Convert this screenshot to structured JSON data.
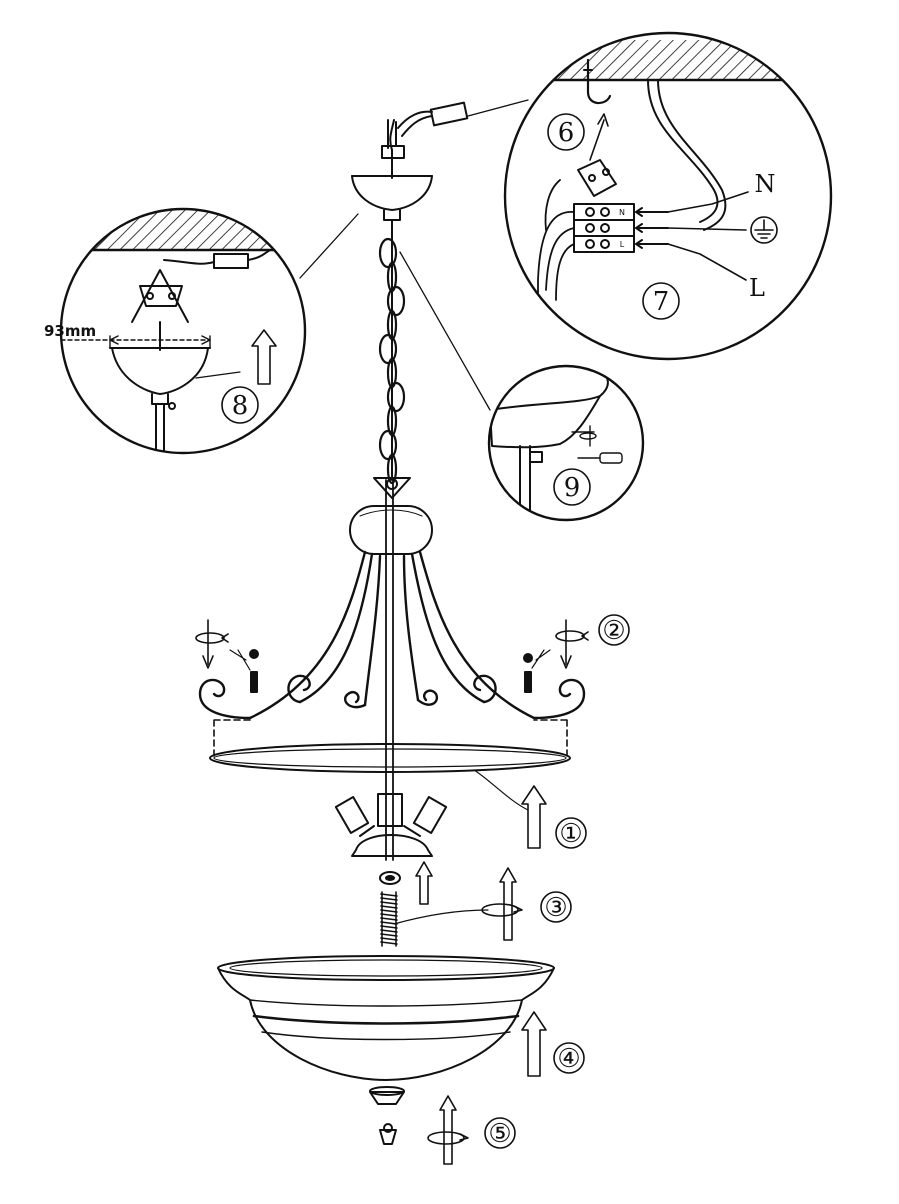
{
  "diagram": {
    "steps": [
      "①",
      "②",
      "③",
      "④",
      "⑤",
      "6",
      "7",
      "8",
      "9"
    ],
    "wire_labels": {
      "neutral": "N",
      "live": "L"
    },
    "terminal_marks": [
      "N",
      "L"
    ],
    "dimension": "93mm",
    "ground_symbol": "earth-ground-icon"
  }
}
